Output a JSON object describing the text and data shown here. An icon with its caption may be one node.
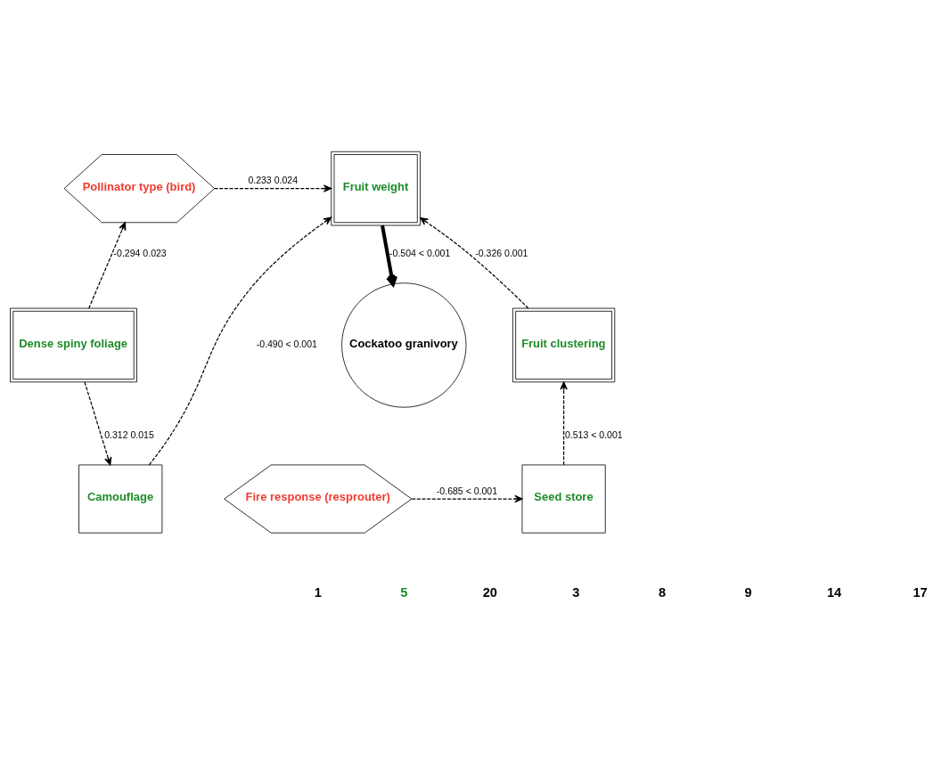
{
  "diagram": {
    "nodes": [
      {
        "text": [
          "Pollinator type (bird)"
        ]
      },
      {
        "text": [
          "Fruit weight"
        ]
      },
      {
        "text": [
          "Dense spiny foliage"
        ]
      },
      {
        "text": [
          "Cockatoo granivory"
        ]
      },
      {
        "text": [
          "Fruit clustering"
        ]
      },
      {
        "text": [
          "Camouflage"
        ]
      },
      {
        "text": [
          "Fire response (resprouter)"
        ]
      },
      {
        "text": [
          "Seed store"
        ]
      }
    ],
    "edges": [
      {
        "from": 0,
        "to": 1,
        "arrow": "to",
        "style": "dashed",
        "label": "0.233 0.024"
      },
      {
        "from": 2,
        "to": 0,
        "arrow": "to",
        "style": "dashed",
        "label": "-0.294 0.023"
      },
      {
        "from": 5,
        "to": 1,
        "arrow": "to",
        "style": "dashed",
        "label": "-0.490 < 0.001"
      },
      {
        "from": 1,
        "to": 3,
        "arrow": "to",
        "style": "thick",
        "label": "-0.504 < 0.001"
      },
      {
        "from": 4,
        "to": 1,
        "arrow": "to",
        "style": "dashed",
        "label": "-0.326 0.001"
      },
      {
        "from": 2,
        "to": 5,
        "arrow": "to",
        "style": "dashed",
        "label": "0.312 0.015"
      },
      {
        "from": 6,
        "to": 7,
        "arrow": "to",
        "style": "dashed",
        "label": "-0.685 < 0.001"
      },
      {
        "from": 7,
        "to": 4,
        "arrow": "to",
        "style": "dashed",
        "label": "0.513 < 0.001"
      }
    ],
    "labels": [
      "1",
      "5",
      "20",
      "3",
      "8",
      "9",
      "14",
      "17"
    ]
  }
}
